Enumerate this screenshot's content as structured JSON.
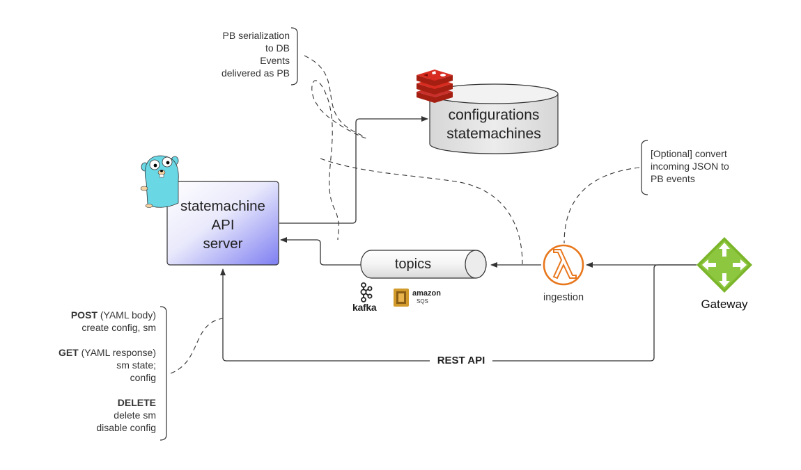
{
  "nodes": {
    "server": {
      "lines": [
        "statemachine",
        "API",
        "server"
      ]
    },
    "db": {
      "lines": [
        "configurations",
        "statemachines"
      ]
    },
    "topics": {
      "label": "topics"
    },
    "ingestion": {
      "label": "ingestion"
    },
    "gateway": {
      "label": "Gateway"
    }
  },
  "logos": {
    "kafka": "kafka",
    "amazon": "amazon",
    "sqs": "SQS"
  },
  "edges": {
    "rest_api": "REST API"
  },
  "annotations": {
    "db_note": [
      "PB serialization",
      "to DB",
      "Events",
      "delivered as PB"
    ],
    "ingestion_note": [
      "[Optional] convert",
      "incoming JSON to",
      "PB events"
    ],
    "api_note": {
      "post": {
        "method": "POST",
        "detail": "(YAML body)",
        "lines": [
          "create config, sm"
        ]
      },
      "get": {
        "method": "GET",
        "detail": "(YAML response)",
        "lines": [
          "sm state;",
          "config"
        ]
      },
      "delete": {
        "method": "DELETE",
        "lines": [
          "delete sm",
          "disable config"
        ]
      }
    }
  },
  "colors": {
    "server_fill_start": "#ffffff",
    "server_fill_end": "#7e7ef2",
    "db_fill": "#e2e2e2",
    "lambda": "#e8771c",
    "gateway": "#7ab52a",
    "redis": "#c9302c",
    "go_gopher": "#6ad7e5",
    "sqs": "#d19a2a",
    "line": "#333333"
  },
  "icons": [
    "redis-icon",
    "gopher-icon",
    "kafka-icon",
    "sqs-icon",
    "lambda-icon",
    "gateway-icon"
  ]
}
